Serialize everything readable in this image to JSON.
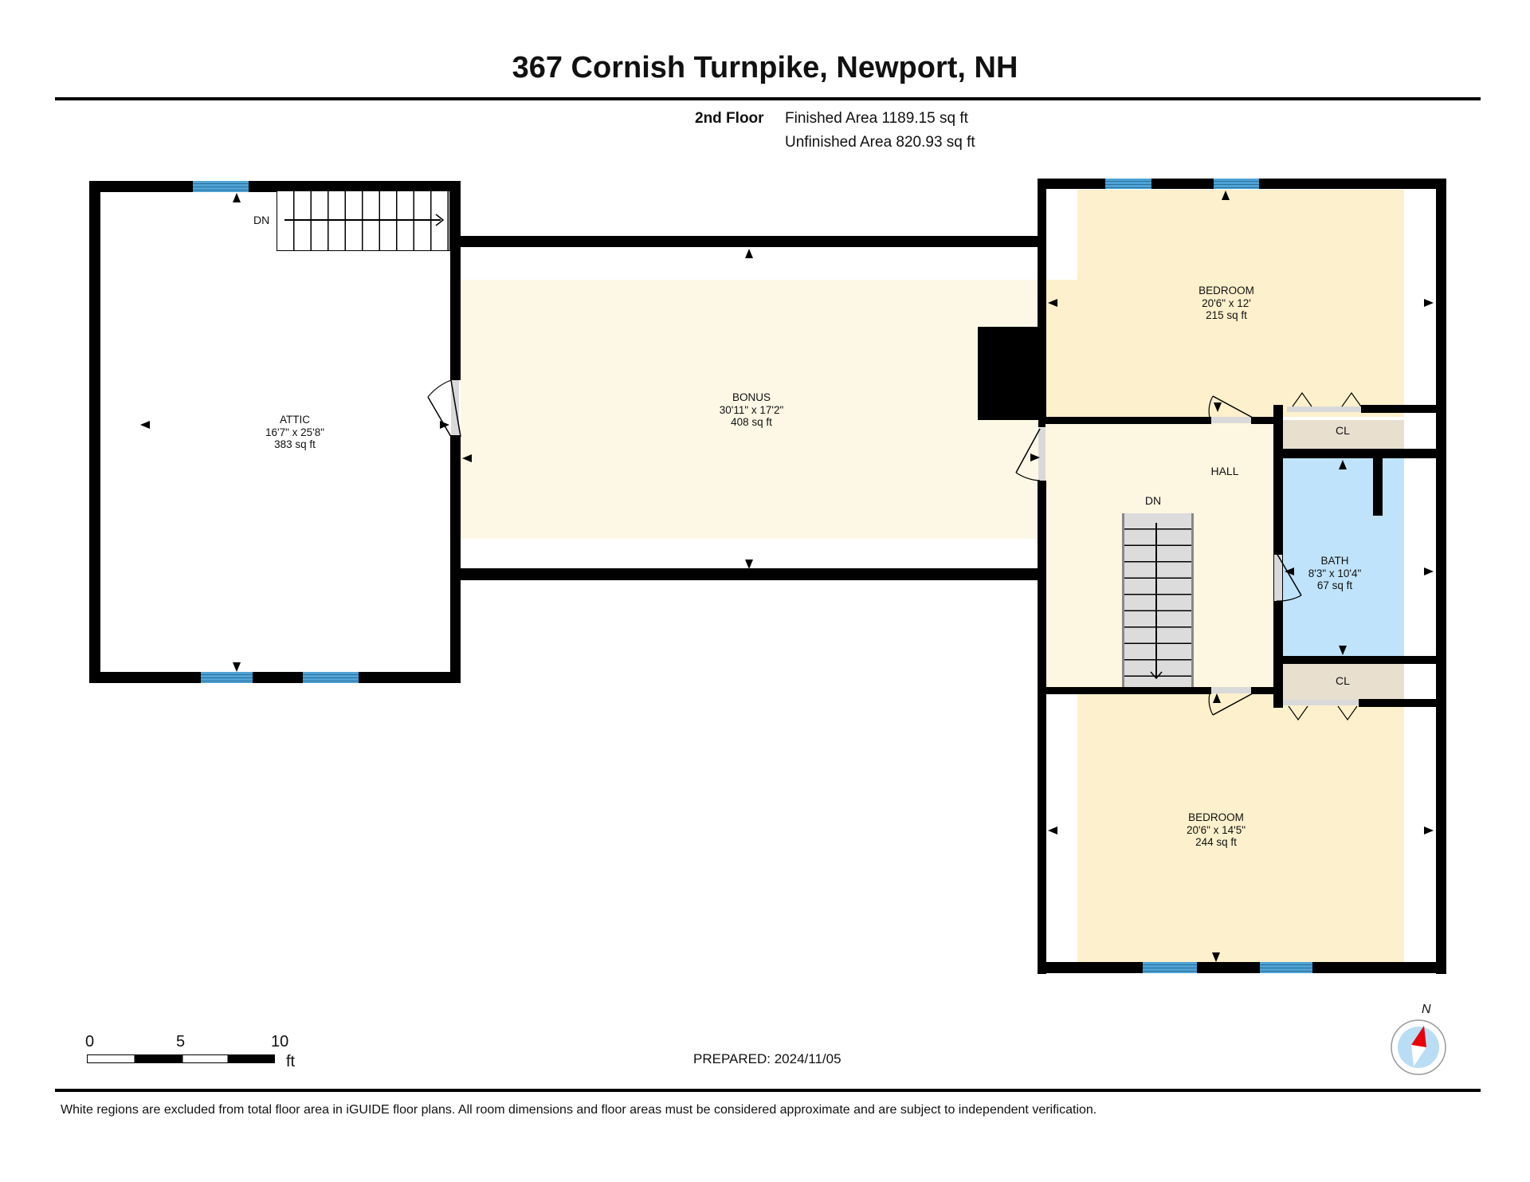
{
  "header": {
    "title": "367 Cornish Turnpike, Newport, NH",
    "floor_name": "2nd Floor",
    "finished_area": "Finished Area 1189.15 sq ft",
    "unfinished_area": "Unfinished Area 820.93 sq ft"
  },
  "rooms": {
    "attic": {
      "name": "ATTIC",
      "dims": "16'7\" x 25'8\"",
      "area": "383 sq ft"
    },
    "bonus": {
      "name": "BONUS",
      "dims": "30'11\" x 17'2\"",
      "area": "408 sq ft"
    },
    "bedroom_north": {
      "name": "BEDROOM",
      "dims": "20'6\" x 12'",
      "area": "215 sq ft"
    },
    "hall": {
      "name": "HALL"
    },
    "bath": {
      "name": "BATH",
      "dims": "8'3\" x 10'4\"",
      "area": "67 sq ft"
    },
    "closet_upper": {
      "name": "CL"
    },
    "closet_lower": {
      "name": "CL"
    },
    "bedroom_south": {
      "name": "BEDROOM",
      "dims": "20'6\" x 14'5\"",
      "area": "244 sq ft"
    }
  },
  "stairs": {
    "attic_label": "DN",
    "hall_label": "DN"
  },
  "colors": {
    "wall": "#000000",
    "window": "#4ea3d6",
    "bonus_fill": "#fdf8e6",
    "hall_fill": "#fdf6e1",
    "bedroom_fill": "#fdf0cc",
    "bath_fill": "#bfe3fa",
    "closet_fill": "#e8dfcf",
    "door_gap": "#d9d9d9",
    "compass_red": "#e8000b",
    "compass_blue": "#b9ddf4"
  },
  "scale_bar": {
    "ticks": [
      "0",
      "5",
      "10"
    ],
    "unit": "ft"
  },
  "compass": {
    "label": "N"
  },
  "prepared": "PREPARED: 2024/11/05",
  "footer": {
    "disclaimer": "White regions are excluded from total floor area in iGUIDE floor plans. All room dimensions and floor areas must be considered approximate and are subject to independent verification."
  }
}
